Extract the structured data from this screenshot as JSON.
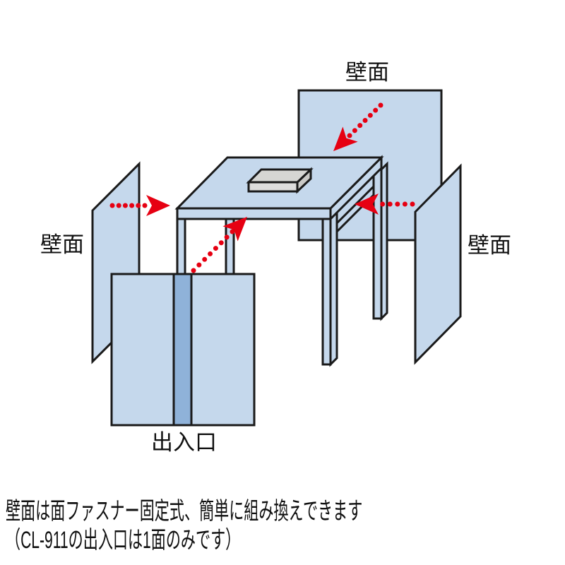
{
  "diagram": {
    "labels": {
      "wall_top": "壁面",
      "wall_left": "壁面",
      "wall_right": "壁面",
      "entrance": "出入口"
    },
    "caption": {
      "line1": "壁面は面ファスナー固定式、簡単に組み換えできます",
      "line2": "（CL-911の出入口は1面のみです）"
    },
    "colors": {
      "background": "#ffffff",
      "panel_blue": "#c5d8ec",
      "gap_blue": "#8fb2d9",
      "outline_black": "#1a1a1a",
      "arrow_red": "#e60012",
      "box_gray_top": "#d6d6d3",
      "box_gray_front": "#dedddc",
      "box_gray_side": "#cac9c6"
    }
  }
}
